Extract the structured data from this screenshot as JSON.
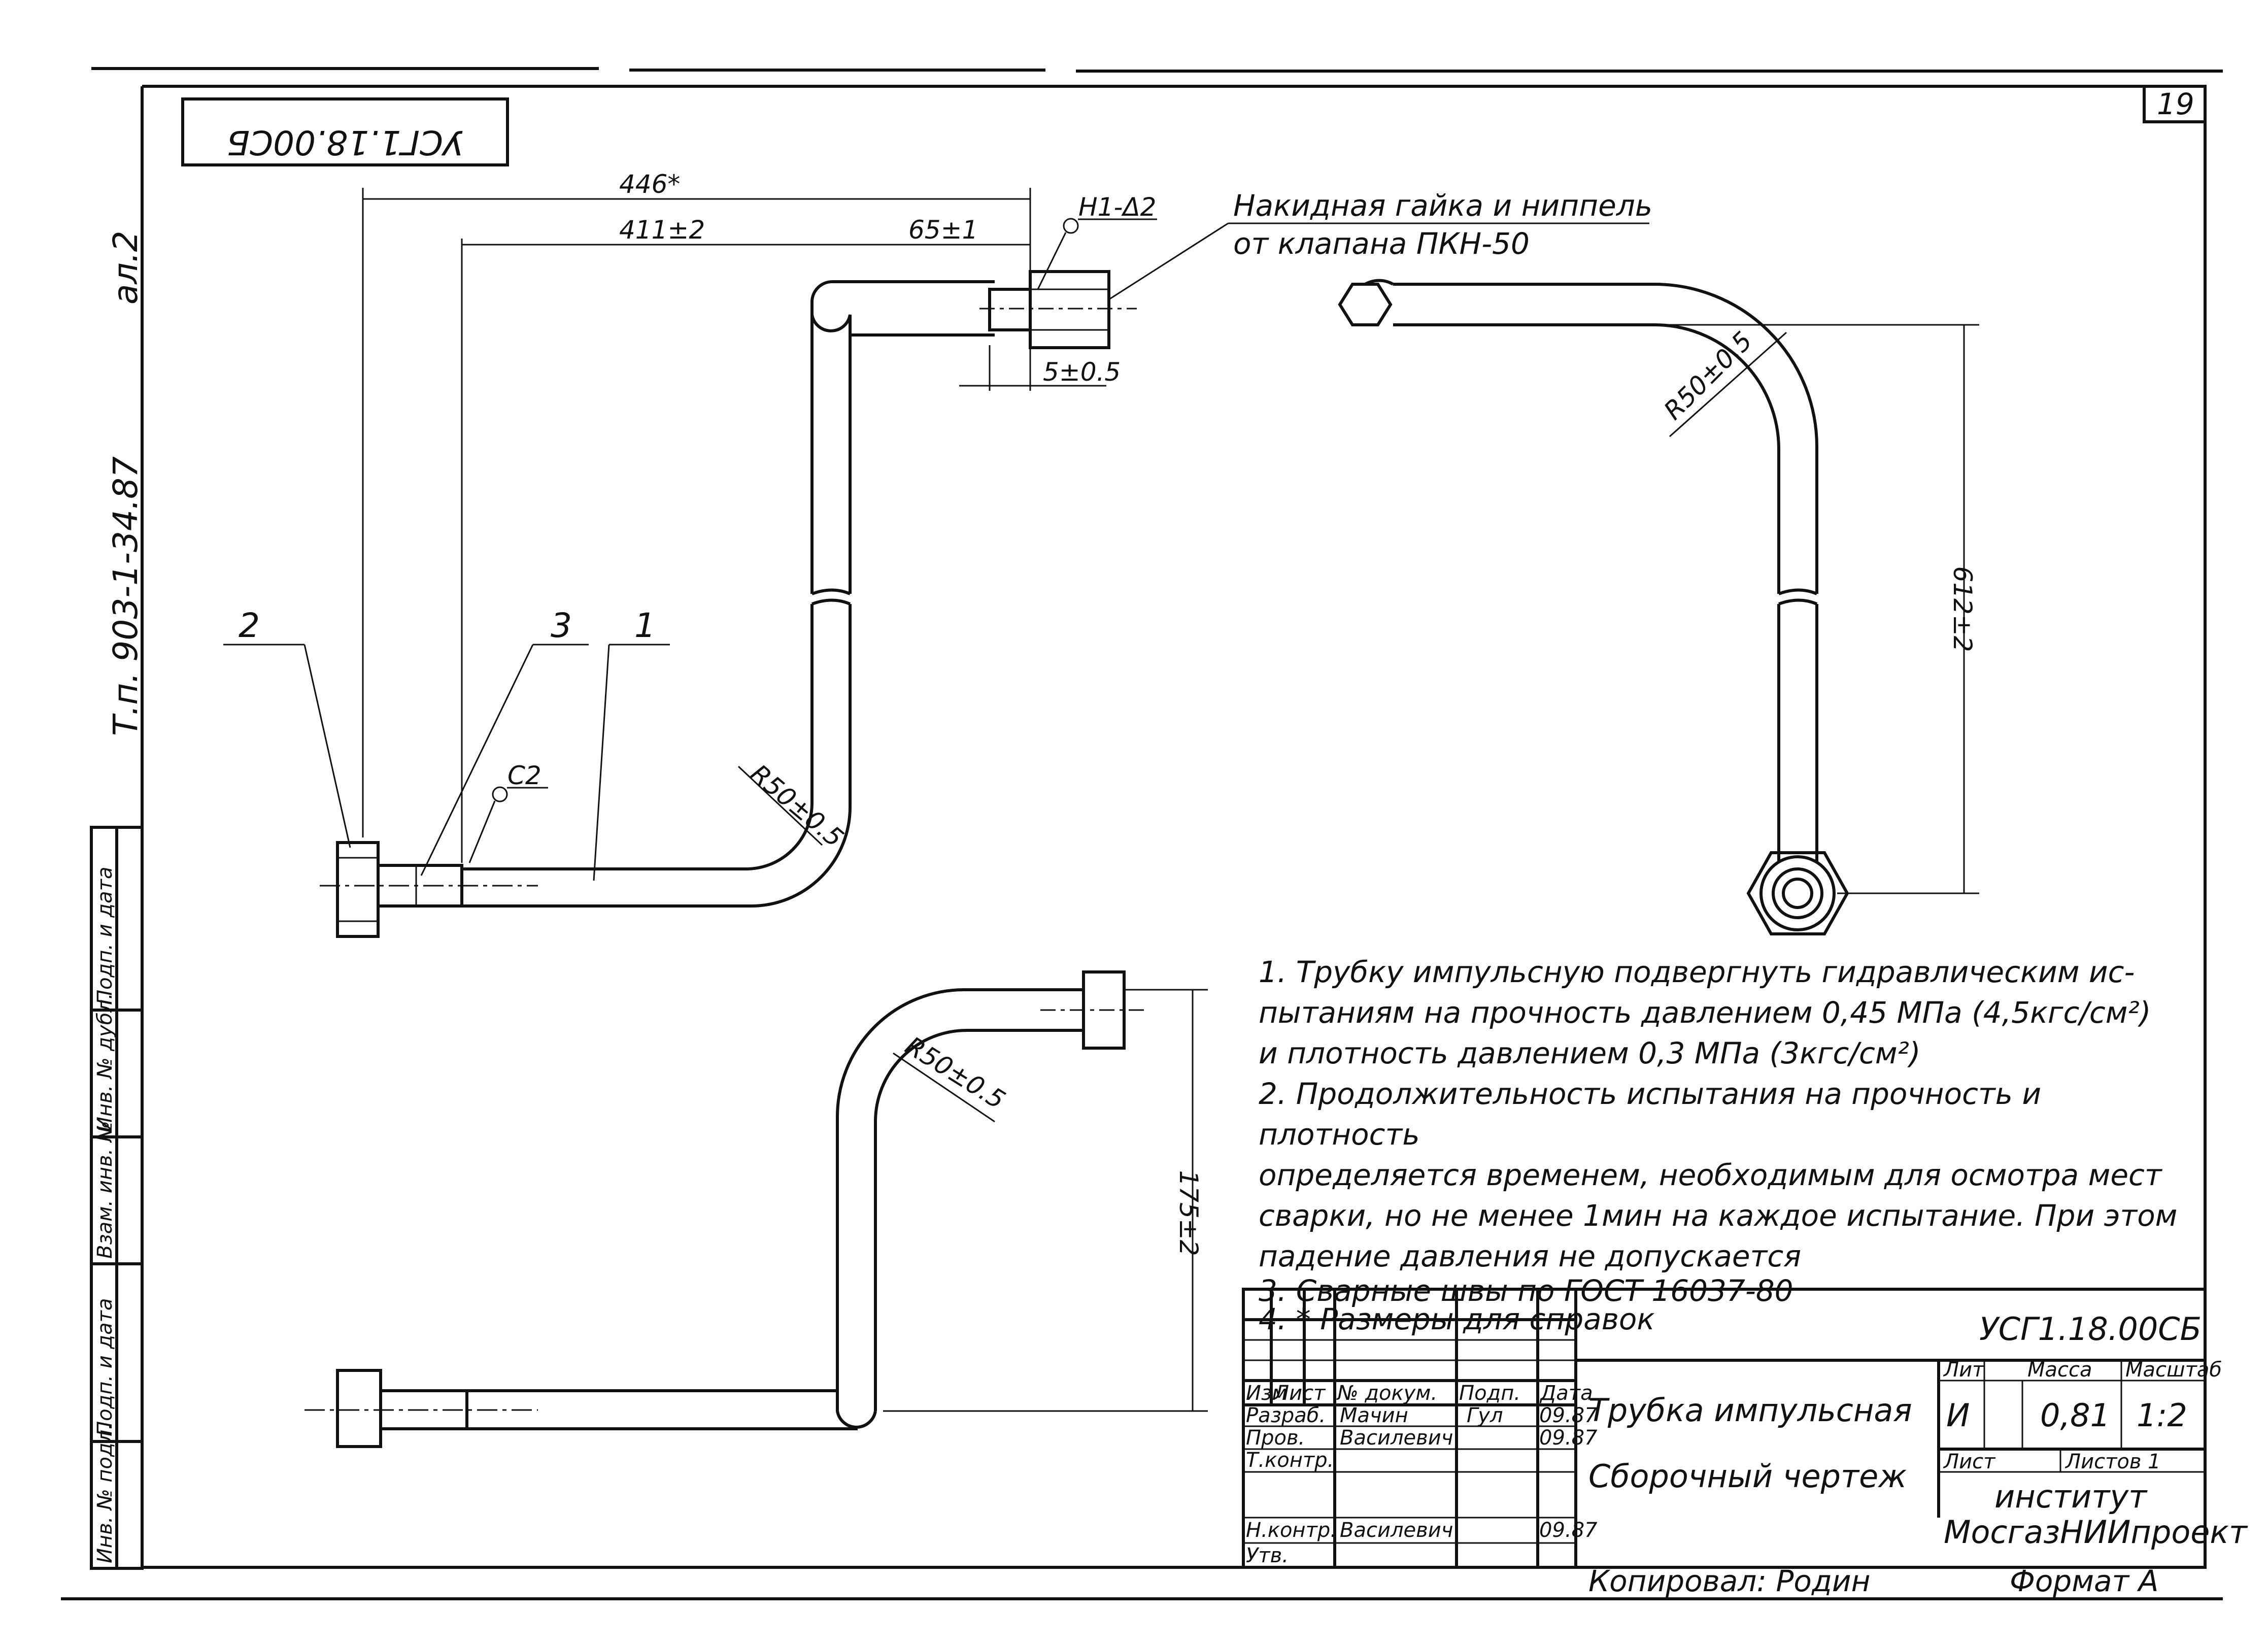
{
  "frame": {
    "page_number": "19",
    "stamp_rotated": "УСГ1.18.00СБ",
    "side_label": "Т.п. 903-1-34.87",
    "side_sheet": "ал.2",
    "bottom_copy": "Копировал: Родин",
    "bottom_format": "Формат А"
  },
  "side_table": {
    "labels": [
      "Инв. № подл.",
      "Подп. и дата",
      "Взам. инв. №",
      "Инв. № дубл.",
      "Подп. и дата"
    ]
  },
  "drawing": {
    "part_labels": [
      "2",
      "3",
      "1"
    ],
    "dim_446": "446*",
    "dim_411": "411±2",
    "dim_65": "65±1",
    "dim_5": "5±0.5",
    "weld_h1": "Н1-Δ2",
    "weld_c2": "С2",
    "radius_1": "R50±0.5",
    "radius_2": "R50±0.5",
    "radius_3": "R50±0.5",
    "dim_612": "612±2",
    "dim_175": "175±2",
    "callout_line1": "Накидная гайка и ниппель",
    "callout_line2": "от клапана ПКН-50"
  },
  "notes": [
    "1. Трубку импульсную подвергнуть гидравлическим ис-",
    "пытаниям на прочность давлением 0,45 МПа (4,5кгс/см²)",
    "и плотность давлением 0,3 МПа (3кгс/см²)",
    "2. Продолжительность испытания на прочность и плотность",
    "определяется временем, необходимым для осмотра мест",
    "сварки, но не менее 1мин на каждое испытание. При этом",
    "падение давления не допускается",
    "3. Сварные швы по ГОСТ 16037-80",
    "4. * Размеры для справок"
  ],
  "title_block": {
    "code": "УСГ1.18.00СБ",
    "name_line1": "Трубка импульсная",
    "name_line2": "Сборочный чертеж",
    "hdr_izm": "Изм",
    "hdr_list": "Лист",
    "hdr_doc": "№ докум.",
    "hdr_podp": "Подп.",
    "hdr_data": "Дата",
    "razrab_label": "Разраб.",
    "razrab_name": "Мачин",
    "razrab_sign": "Гул",
    "razrab_date": "09.87",
    "prov_label": "Пров.",
    "prov_name": "Василевич",
    "prov_date": "09.87",
    "tkontr_label": "Т.контр.",
    "nkontr_label": "Н.контр.",
    "nkontr_name": "Василевич",
    "nkontr_date": "09.87",
    "utv_label": "Утв.",
    "lit_hdr": "Лит",
    "mass_hdr": "Масса",
    "scale_hdr": "Масштаб",
    "lit_val": "И",
    "mass_val": "0,81",
    "scale_val": "1:2",
    "sheet_label": "Лист",
    "sheets_label": "Листов 1",
    "org_line1": "институт",
    "org_line2": "МосгазНИИпроект"
  }
}
